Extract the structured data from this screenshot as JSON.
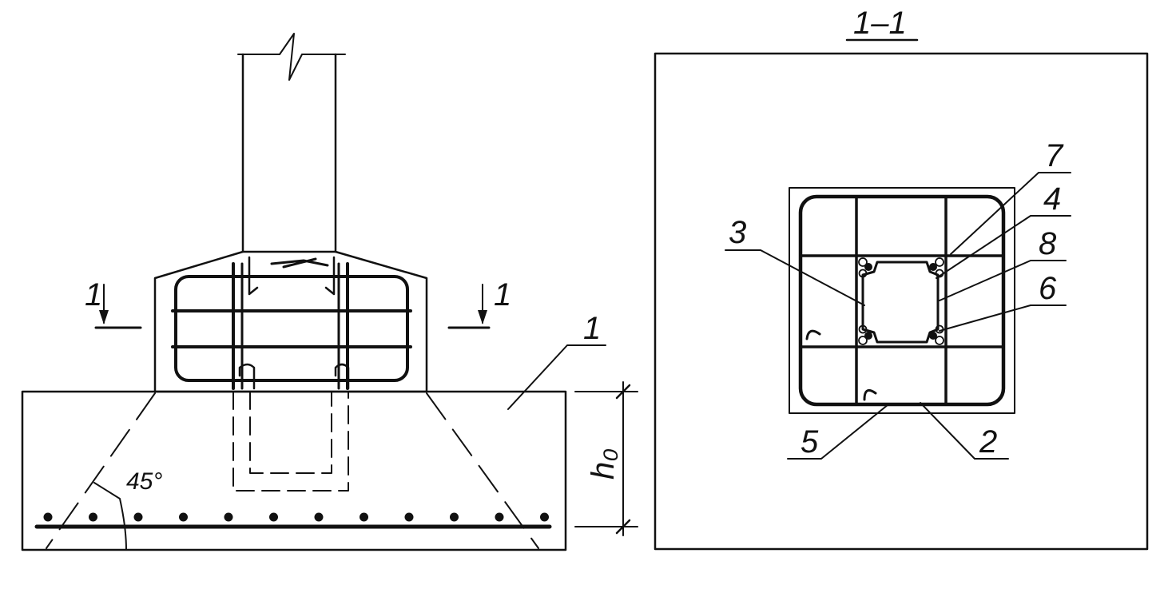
{
  "elevation": {
    "section_marks": {
      "left": "1",
      "right": "1"
    },
    "callout_foundation": "1",
    "angle_label": "45°",
    "dimension_label": "h₀"
  },
  "section": {
    "title": "1–1",
    "callouts": [
      "7",
      "4",
      "3",
      "8",
      "6",
      "5",
      "2"
    ]
  },
  "colors": {
    "ink": "#111111",
    "paper": "#ffffff"
  }
}
